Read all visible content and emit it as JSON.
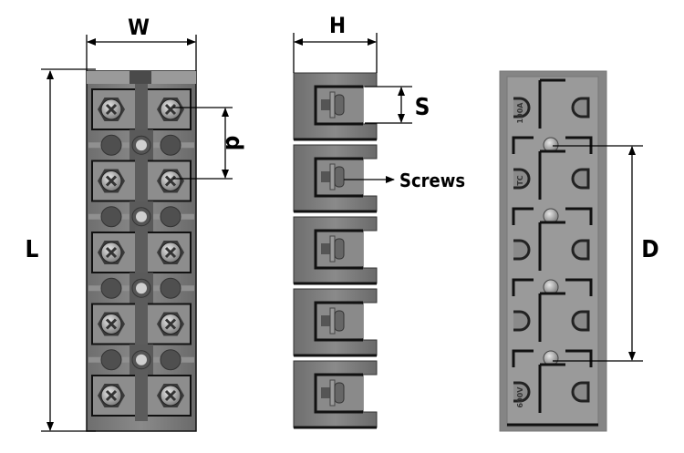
{
  "diagram": {
    "views": [
      "front-view",
      "side-view",
      "rear-view"
    ],
    "positions": 5,
    "colors": {
      "body": "#7a7a7a",
      "body_light": "#9a9a9a",
      "body_dark": "#4a4a4a",
      "outline": "#111111",
      "screw": "#b8b8b8",
      "line": "#000000"
    },
    "labels": {
      "width": "W",
      "height": "H",
      "length": "L",
      "pitch": "p",
      "slot": "S",
      "screws": "Screws",
      "mount_distance": "D"
    },
    "embossed": {
      "current": "100A",
      "mark": "TC",
      "voltage": "600V"
    }
  }
}
